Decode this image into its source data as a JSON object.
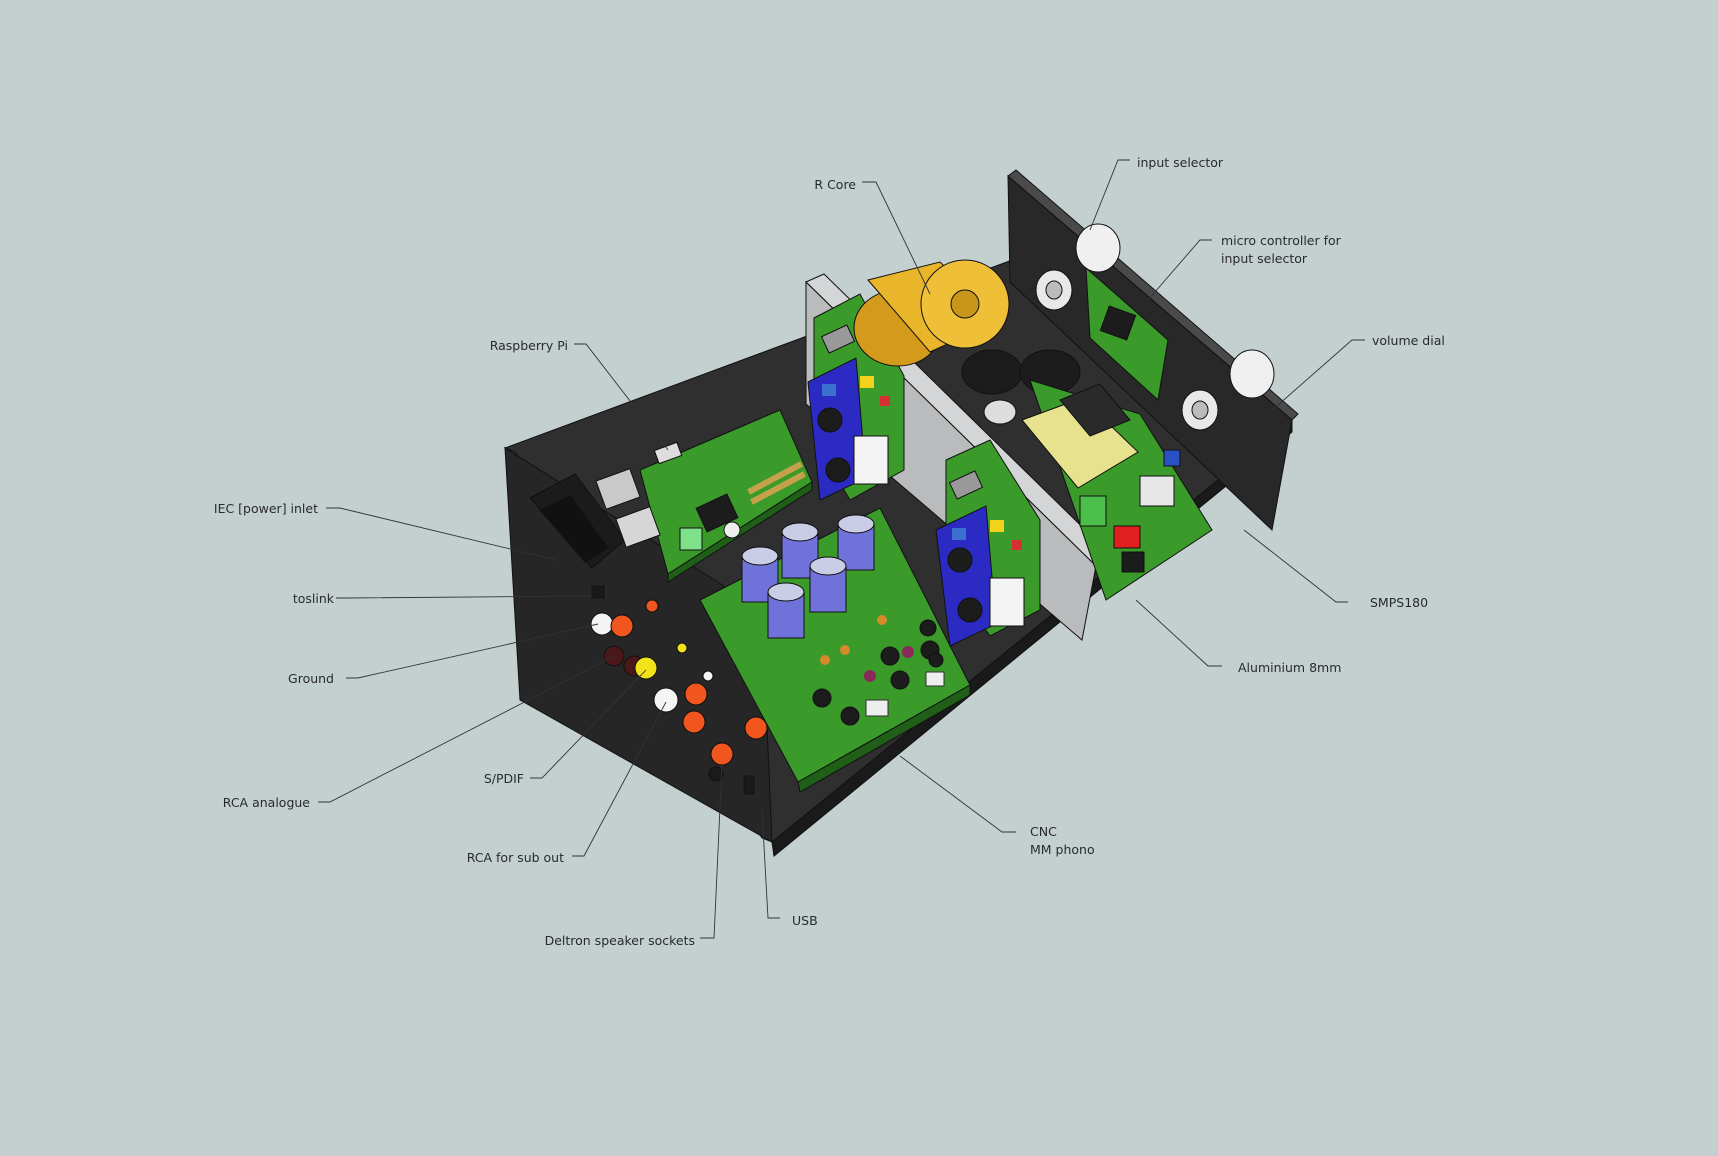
{
  "colors": {
    "background": "#c4d0d0",
    "chassis": "#2f2f2f",
    "pcb_green": "#3a9a2a",
    "capacitor_blue": "#6f72d8",
    "transformer_gold": "#e9b52a",
    "aluminium": "#b9bbbd",
    "rca_orange": "#f0561e",
    "rca_yellow": "#f2e21a"
  },
  "labels": {
    "input_selector": "input selector",
    "r_core": "R Core",
    "micro_controller_line1": "micro controller for",
    "micro_controller_line2": "input selector",
    "volume_dial": "volume dial",
    "raspberry_pi": "Raspberry Pi",
    "iec_inlet": "IEC [power] inlet",
    "toslink": "toslink",
    "smps180": "SMPS180",
    "ground": "Ground",
    "aluminium": "Aluminium 8mm",
    "spdif": "S/PDIF",
    "rca_analogue": "RCA analogue",
    "cnc_line1": "CNC",
    "cnc_line2": "MM phono",
    "rca_sub_out": "RCA for sub out",
    "usb": "USB",
    "deltron": "Deltron speaker sockets"
  }
}
